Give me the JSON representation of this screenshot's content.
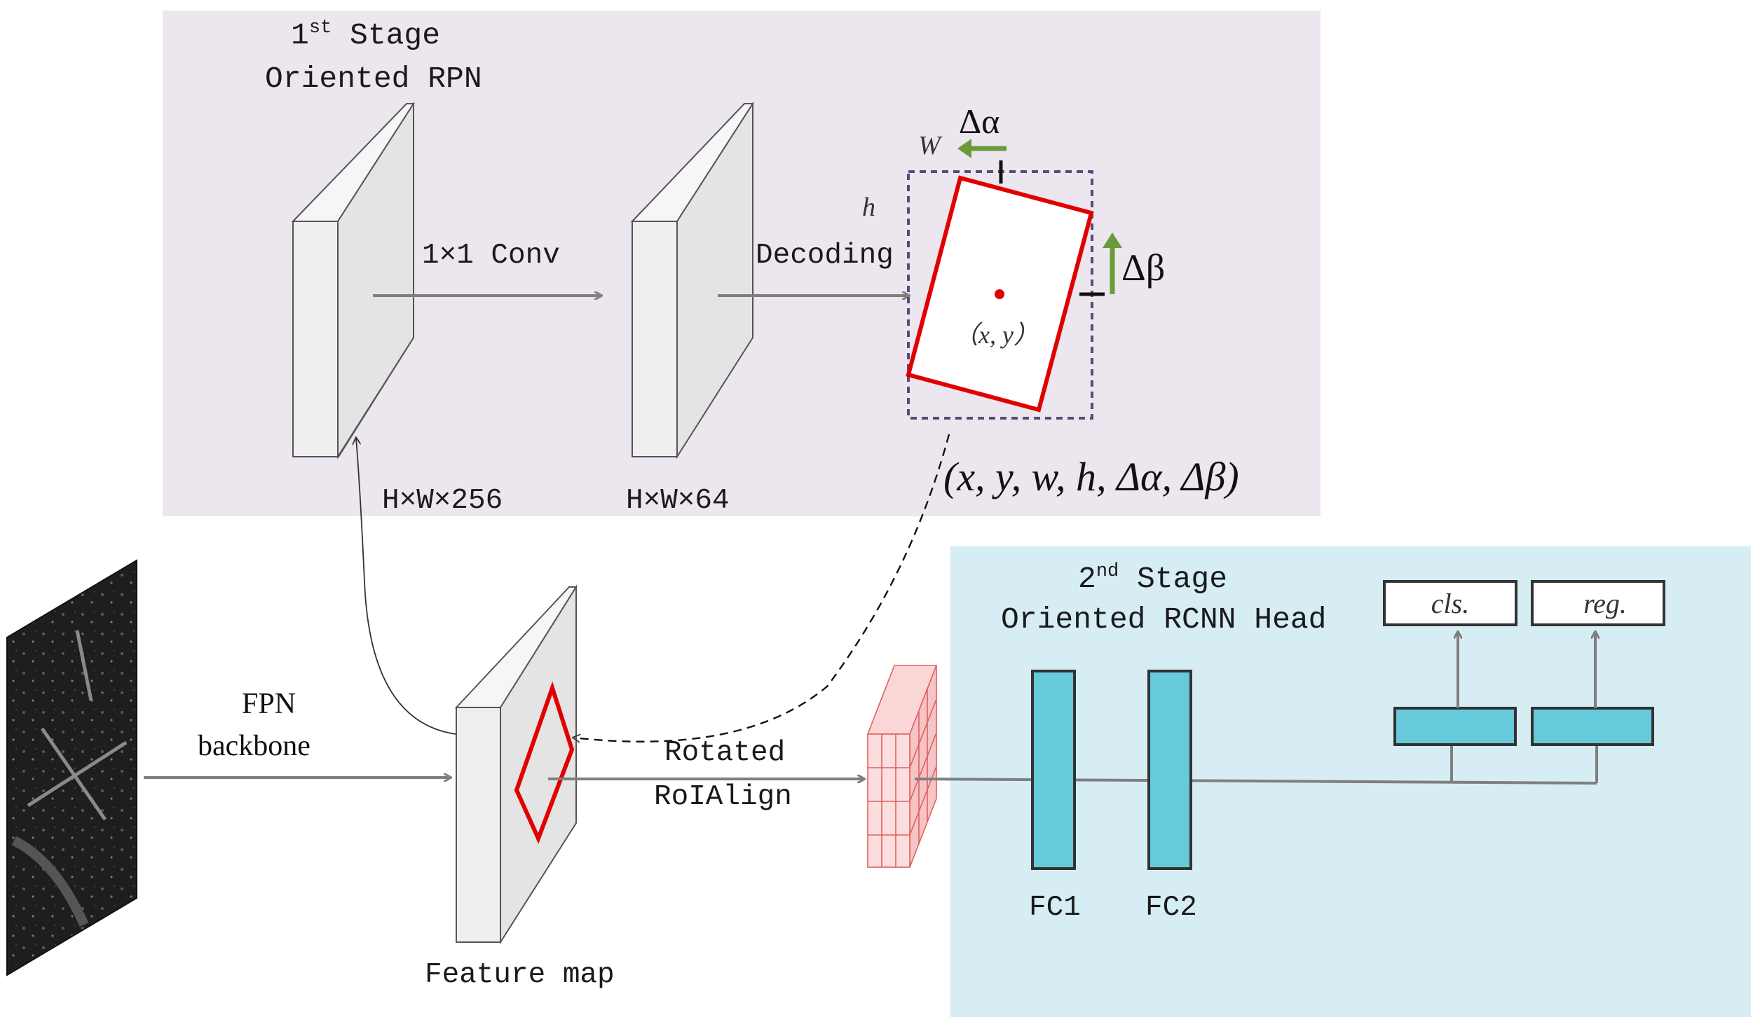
{
  "stage1": {
    "title_num": "1",
    "title_sup": "st",
    "title_rest": " Stage",
    "subtitle": "Oriented RPN",
    "conv_label": "1×1 Conv",
    "decoding_label": "Decoding",
    "dim_256": "H×W×256",
    "dim_64": "H×W×64",
    "box": {
      "w_label": "W",
      "h_label": "h",
      "delta_alpha": "Δα",
      "delta_beta": "Δβ",
      "center_label": "（x, y）"
    },
    "output_tuple": "(x, y, w, h, Δα, Δβ)"
  },
  "stage2": {
    "title_num": "2",
    "title_sup": "nd",
    "title_rest": " Stage",
    "subtitle": "Oriented RCNN Head",
    "fc1": "FC1",
    "fc2": "FC2",
    "cls": "cls.",
    "reg": "reg."
  },
  "backbone": {
    "line1": "FPN",
    "line2": "backbone"
  },
  "roi": {
    "line1": "Rotated",
    "line2": "RoIAlign"
  },
  "feature_map_label": "Feature map",
  "colors": {
    "stage1_bg": "#ece6ee",
    "stage2_bg": "#d6edf4",
    "fc_fill": "#66cadb",
    "box_red": "#e00000",
    "arrow_gray": "#7f7f7f",
    "dash_purple": "#5a4a7a",
    "delta_green": "#6a9a3a"
  }
}
